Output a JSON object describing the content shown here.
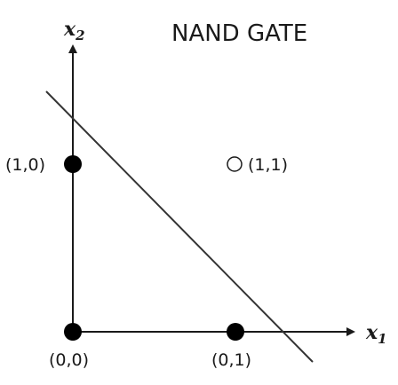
{
  "title": "NAND GATE",
  "axes": {
    "x": {
      "symbol": "x",
      "subscript": "1"
    },
    "y": {
      "symbol": "x",
      "subscript": "2"
    }
  },
  "points": [
    {
      "label": "(0,0)",
      "filled": true
    },
    {
      "label": "(1,0)",
      "filled": true
    },
    {
      "label": "(0,1)",
      "filled": true
    },
    {
      "label": "(1,1)",
      "filled": false
    }
  ],
  "colors": {
    "ink": "#1a1a1a",
    "line": "#333333",
    "background": "#ffffff"
  }
}
